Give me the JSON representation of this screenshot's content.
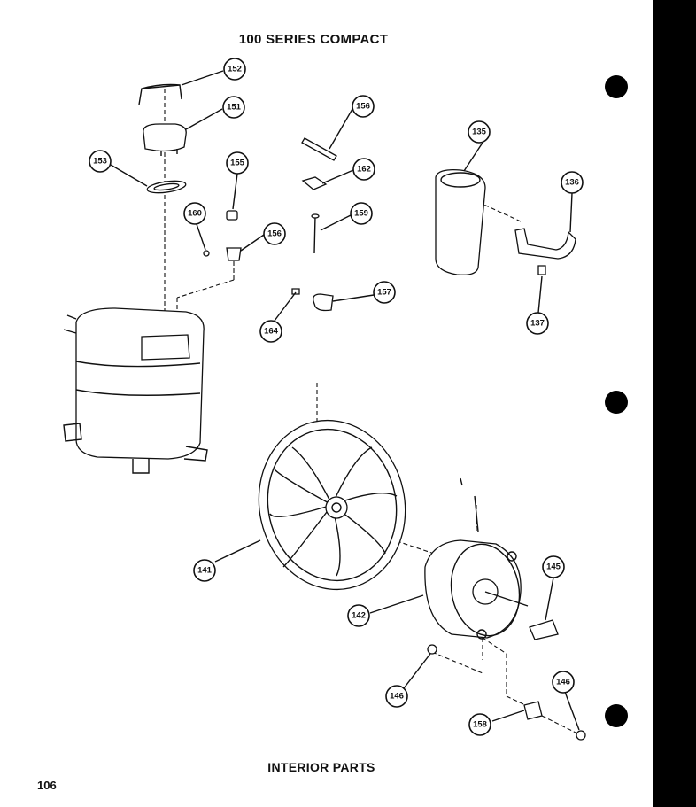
{
  "header": {
    "title": "100 SERIES COMPACT"
  },
  "footer": {
    "caption": "INTERIOR PARTS",
    "page_number": "106"
  },
  "callouts": [
    {
      "id": "c152",
      "text": "152"
    },
    {
      "id": "c151",
      "text": "151"
    },
    {
      "id": "c153",
      "text": "153"
    },
    {
      "id": "c155",
      "text": "155"
    },
    {
      "id": "c160",
      "text": "160"
    },
    {
      "id": "c156a",
      "text": "156"
    },
    {
      "id": "c156b",
      "text": "156"
    },
    {
      "id": "c162",
      "text": "162"
    },
    {
      "id": "c159",
      "text": "159"
    },
    {
      "id": "c157",
      "text": "157"
    },
    {
      "id": "c164",
      "text": "164"
    },
    {
      "id": "c135",
      "text": "135"
    },
    {
      "id": "c136",
      "text": "136"
    },
    {
      "id": "c137",
      "text": "137"
    },
    {
      "id": "c141",
      "text": "141"
    },
    {
      "id": "c142",
      "text": "142"
    },
    {
      "id": "c145",
      "text": "145"
    },
    {
      "id": "c146a",
      "text": "146"
    },
    {
      "id": "c146b",
      "text": "146"
    },
    {
      "id": "c158",
      "text": "158"
    }
  ]
}
